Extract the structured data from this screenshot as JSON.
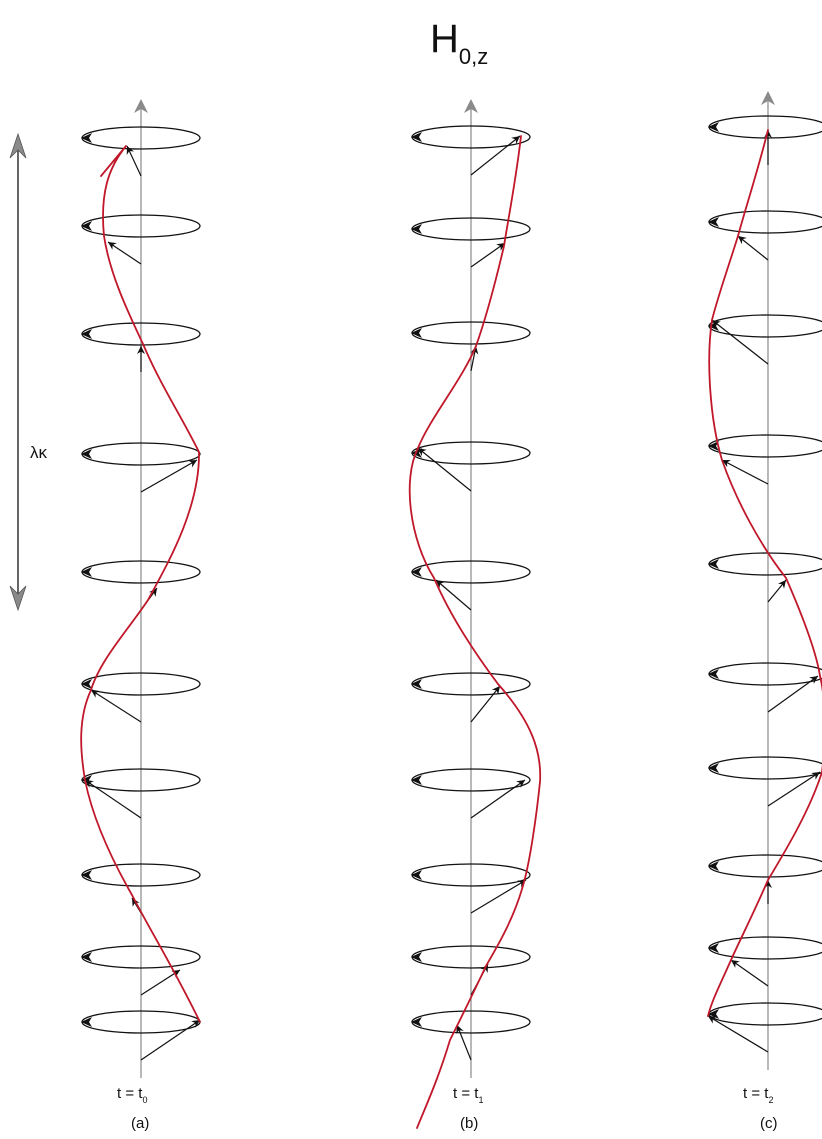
{
  "title": {
    "main": "H",
    "subscript": "0,z"
  },
  "wavelength_label": "λκ",
  "panels": [
    {
      "time_var": "t = t",
      "time_sub": "0",
      "caption": "(a)"
    },
    {
      "time_var": "t = t",
      "time_sub": "1",
      "caption": "(b)"
    },
    {
      "time_var": "t = t",
      "time_sub": "2",
      "caption": "(c)"
    }
  ],
  "colors": {
    "helix": "#c0182a",
    "axis": "#8a8a8a",
    "ink": "#111111",
    "arrow_gray": "#8a8a8a"
  }
}
